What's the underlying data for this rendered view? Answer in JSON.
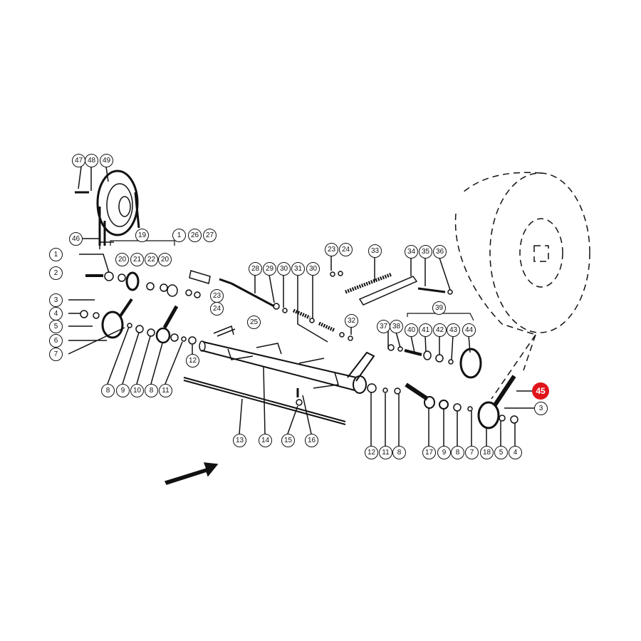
{
  "title": "Exploded parts diagram - pulley drive assembly",
  "highlight_color": "#e0131a",
  "callouts": {
    "c47": "47",
    "c48": "48",
    "c49": "49",
    "c46": "46",
    "c19": "19",
    "c1a": "1",
    "c20a": "20",
    "c21": "21",
    "c22": "22",
    "c20b": "20",
    "c1b": "1",
    "c26": "26",
    "c27": "27",
    "c2": "2",
    "c3a": "3",
    "c23a": "23",
    "c24a": "24",
    "c4a": "4",
    "c5a": "5",
    "c6": "6",
    "c7a": "7",
    "c8a": "8",
    "c9a": "9",
    "c10": "10",
    "c8b": "8",
    "c11a": "11",
    "c12a": "12",
    "c25": "25",
    "c28": "28",
    "c29": "29",
    "c30a": "30",
    "c31": "31",
    "c30b": "30",
    "c23b": "23",
    "c24b": "24",
    "c33": "33",
    "c34": "34",
    "c35": "35",
    "c36": "36",
    "c32": "32",
    "c39": "39",
    "c37": "37",
    "c38": "38",
    "c40": "40",
    "c41": "41",
    "c42": "42",
    "c43": "43",
    "c44": "44",
    "c13": "13",
    "c14": "14",
    "c15": "15",
    "c16": "16",
    "c12b": "12",
    "c11b": "11",
    "c8c": "8",
    "c17": "17",
    "c9b": "9",
    "c8d": "8",
    "c7b": "7",
    "c18": "18",
    "c5b": "5",
    "c4b": "4",
    "c45": "45",
    "c3b": "3"
  }
}
